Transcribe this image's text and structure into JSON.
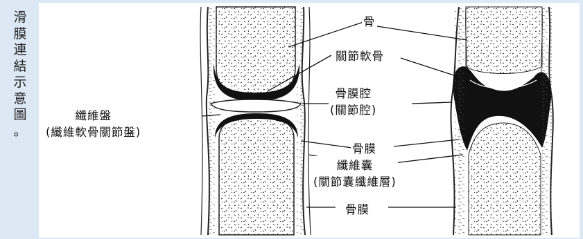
{
  "caption": [
    "滑",
    "膜",
    "連",
    "結",
    "示",
    "意",
    "圖",
    "。"
  ],
  "labels": {
    "bone": "骨",
    "articular_cartilage": "關節軟骨",
    "cavity_line1": "骨膜腔",
    "cavity_line2": "(關節腔)",
    "disc_line1": "纖維盤",
    "disc_line2": "(纖維軟骨關節盤)",
    "synovium": "骨膜",
    "capsule_line1": "纖維囊",
    "capsule_line2": "(關節囊纖維層)",
    "periosteum": "骨膜"
  },
  "colors": {
    "background": "#dce9f4",
    "panel": "#ffffff",
    "ink": "#111111"
  }
}
